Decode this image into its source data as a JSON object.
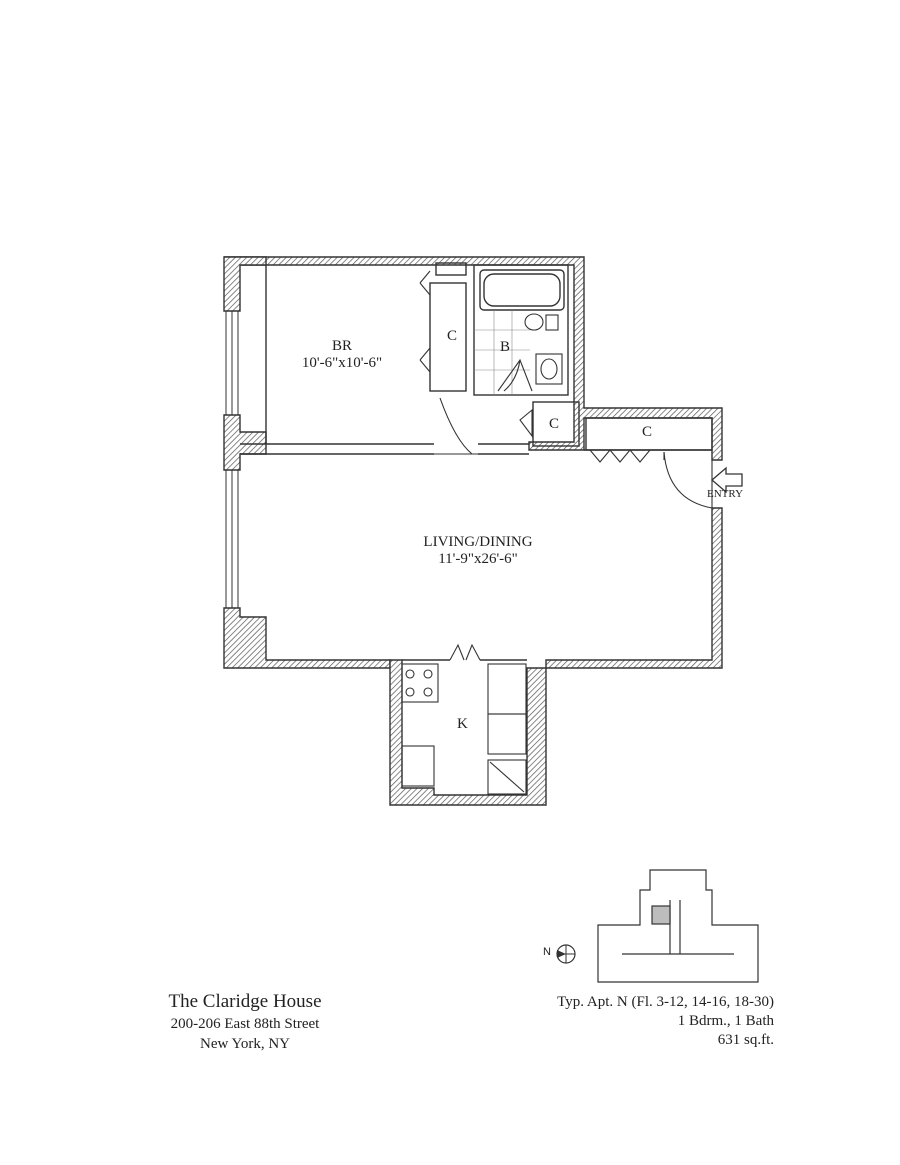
{
  "rooms": {
    "bedroom": {
      "name": "BR",
      "dims": "10'-6\"x10'-6\""
    },
    "bath": {
      "name": "B"
    },
    "closet_br": {
      "name": "C"
    },
    "closet_hall": {
      "name": "C"
    },
    "closet_entry": {
      "name": "C"
    },
    "living": {
      "name": "LIVING/DINING",
      "dims": "11'-9\"x26'-6\""
    },
    "kitchen": {
      "name": "K"
    }
  },
  "entry_label": "ENTRY",
  "key_plan": {
    "north_label": "N"
  },
  "building": {
    "name": "The Claridge House",
    "address": "200-206 East 88th Street",
    "city": "New York, NY"
  },
  "unit": {
    "type_line": "Typ. Apt. N (Fl. 3-12, 14-16, 18-30)",
    "rooms_line": "1 Bdrm., 1 Bath",
    "area_line": "631 sq.ft."
  }
}
